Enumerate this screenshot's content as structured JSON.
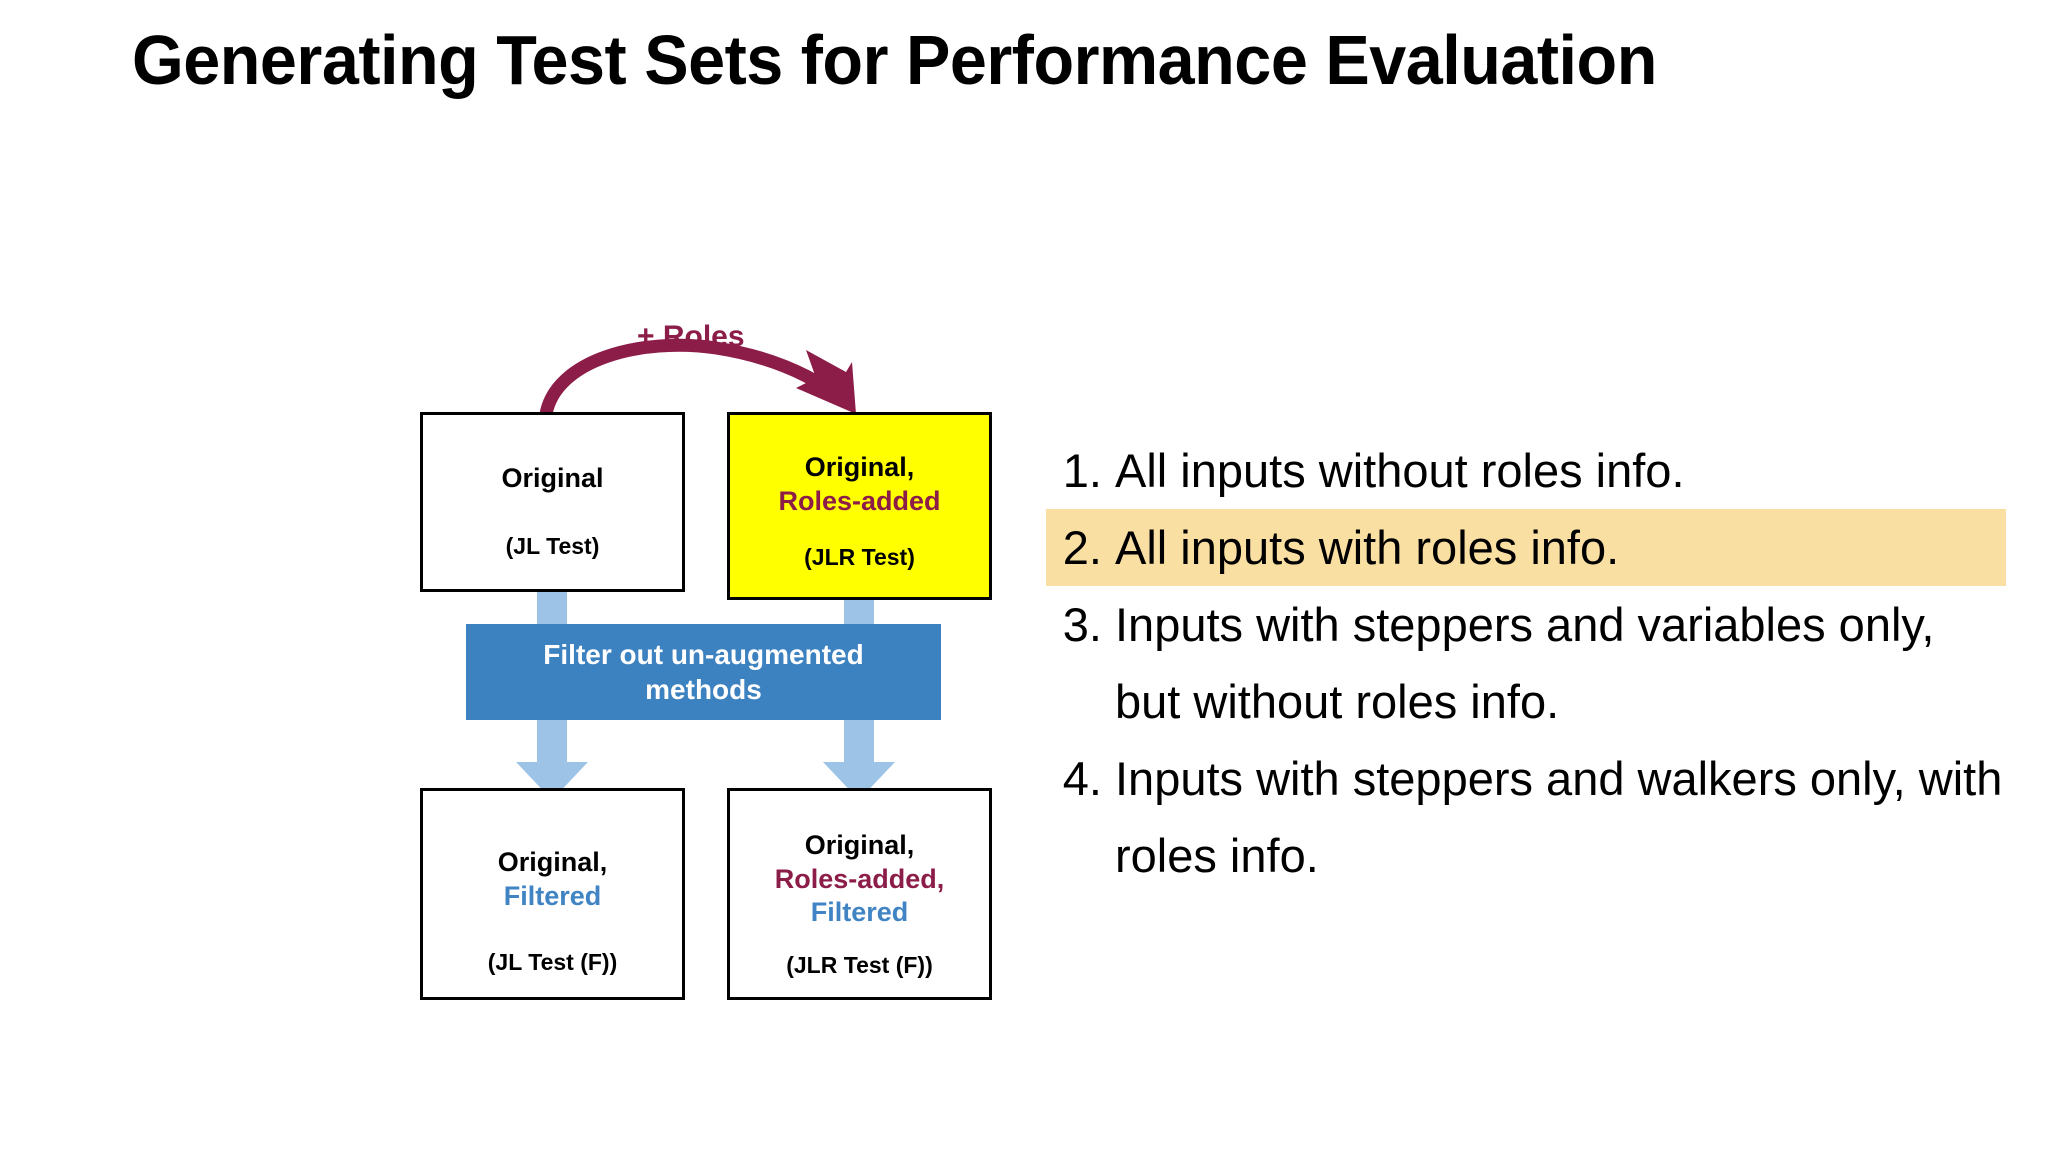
{
  "slide": {
    "title": "Generating Test Sets for Performance Evaluation"
  },
  "colors": {
    "roles_maroon": "#8C1C48",
    "filtered_blue": "#4084C4",
    "filter_bar_blue": "#3C81C0",
    "arrow_light_blue": "#9DC3E6",
    "highlight_yellow": "#FFFF00",
    "list_highlight_amber": "#FADFA3",
    "box_border": "#000000"
  },
  "diagram": {
    "roles_arrow_label": "+ Roles",
    "filter_bar_label": "Filter out un-augmented methods",
    "boxes": [
      {
        "id": "jl",
        "main_lines": [
          "Original"
        ],
        "sub": "(JL Test)",
        "fill": "white"
      },
      {
        "id": "jlr",
        "main_lines": [
          "Original,",
          "Roles-added"
        ],
        "sub": "(JLR Test)",
        "fill": "yellow"
      },
      {
        "id": "jl-f",
        "main_lines": [
          "Original,",
          "Filtered"
        ],
        "sub": "(JL Test (F))",
        "fill": "white"
      },
      {
        "id": "jlr-f",
        "main_lines": [
          "Original,",
          "Roles-added,",
          "Filtered"
        ],
        "sub": "(JLR Test (F))",
        "fill": "white"
      }
    ]
  },
  "notes": {
    "items": [
      {
        "number": "1.",
        "text": "All inputs without roles info.",
        "highlighted": false
      },
      {
        "number": "2.",
        "text": "All inputs with roles info.",
        "highlighted": true
      },
      {
        "number": "3.",
        "text": "Inputs with steppers and variables only, but without roles info.",
        "highlighted": false
      },
      {
        "number": "4.",
        "text": "Inputs with steppers and walkers only, with roles info.",
        "highlighted": false
      }
    ]
  }
}
